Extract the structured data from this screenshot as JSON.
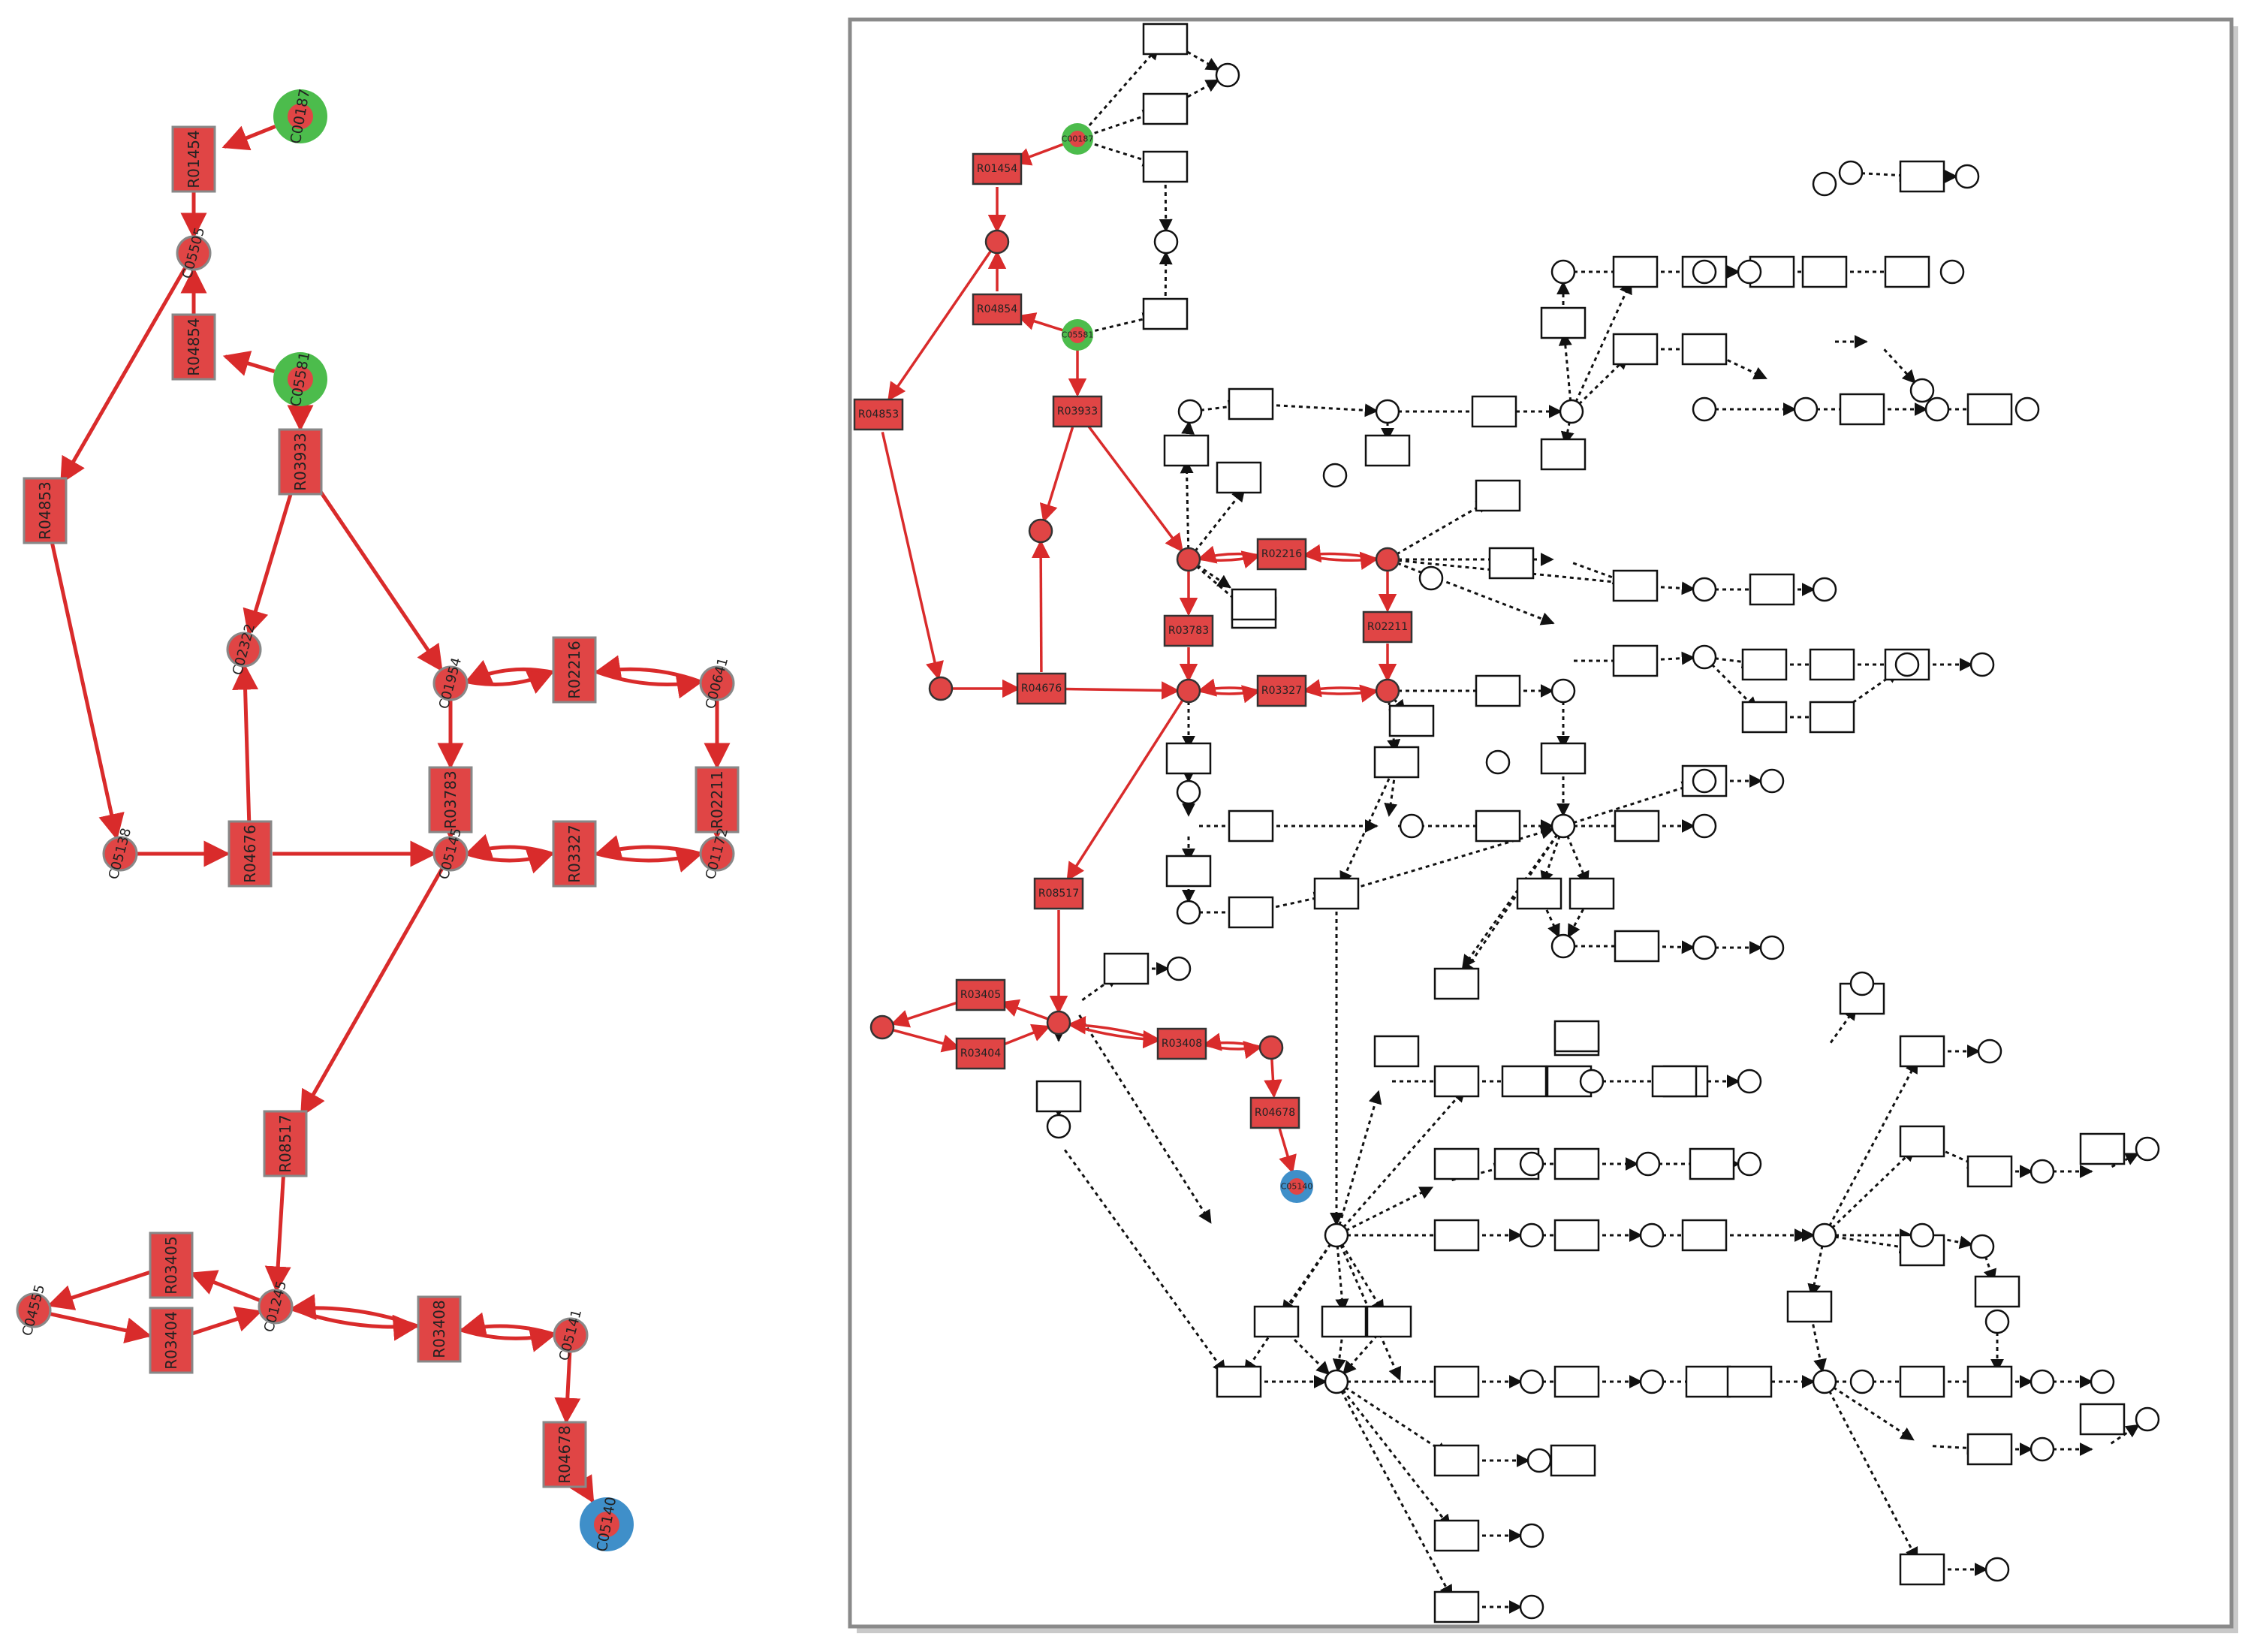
{
  "colors": {
    "pathway_red": "#e04545",
    "pathway_edge": "#d92b2b",
    "start_green": "#4cbc4c",
    "end_blue": "#3f8fc9",
    "node_border": "#888888",
    "plain_node": "#ffffff"
  },
  "left_panel": {
    "start_compounds": [
      "C00187",
      "C05581"
    ],
    "end_compound": "C05140",
    "reactions": [
      "R01454",
      "R04854",
      "R04853",
      "R03933",
      "R02216",
      "R03783",
      "R02211",
      "R04676",
      "R03327",
      "R08517",
      "R03405",
      "R03404",
      "R03408",
      "R04678"
    ],
    "compounds": [
      "C05505",
      "C02322",
      "C01954",
      "C00641",
      "C05145",
      "C01172",
      "C05141",
      "C01245",
      "C05138",
      "C04555"
    ]
  },
  "right_panel": {
    "highlighted_reactions": [
      "R01454",
      "R04854",
      "R04853",
      "R03933",
      "R02216",
      "R03783",
      "R02211",
      "R04676",
      "R03327",
      "R08517",
      "R03405",
      "R03404",
      "R03408",
      "R04678"
    ],
    "start_compounds": [
      "C00187",
      "C05581"
    ],
    "end_compound": "C05140"
  }
}
